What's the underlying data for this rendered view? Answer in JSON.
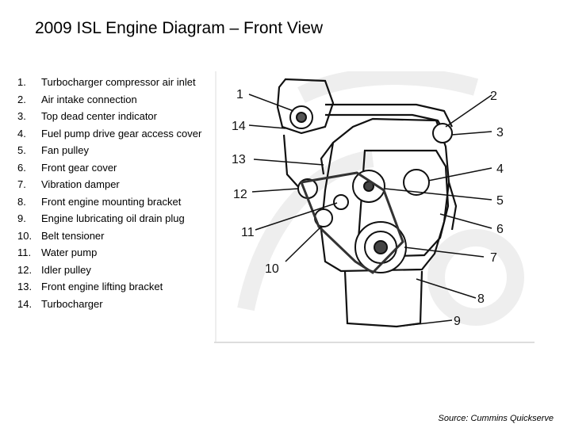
{
  "title": "2009 ISL Engine Diagram – Front View",
  "legend": [
    {
      "num": "1.",
      "text": "Turbocharger compressor air inlet"
    },
    {
      "num": "2.",
      "text": "Air intake connection"
    },
    {
      "num": "3.",
      "text": "Top dead center indicator"
    },
    {
      "num": "4.",
      "text": "Fuel pump drive gear access cover"
    },
    {
      "num": "5.",
      "text": "Fan pulley"
    },
    {
      "num": "6.",
      "text": "Front gear cover"
    },
    {
      "num": "7.",
      "text": "Vibration damper"
    },
    {
      "num": "8.",
      "text": "Front engine mounting bracket"
    },
    {
      "num": "9.",
      "text": "Engine lubricating oil drain plug"
    },
    {
      "num": "10.",
      "text": "Belt tensioner"
    },
    {
      "num": "11.",
      "text": "Water pump"
    },
    {
      "num": "12.",
      "text": "Idler pulley"
    },
    {
      "num": "13.",
      "text": "Front engine lifting bracket"
    },
    {
      "num": "14.",
      "text": "Turbocharger"
    }
  ],
  "callouts": [
    "1",
    "2",
    "3",
    "4",
    "5",
    "6",
    "7",
    "8",
    "9",
    "10",
    "11",
    "12",
    "13",
    "14"
  ],
  "source": "Source: Cummins Quickserve"
}
